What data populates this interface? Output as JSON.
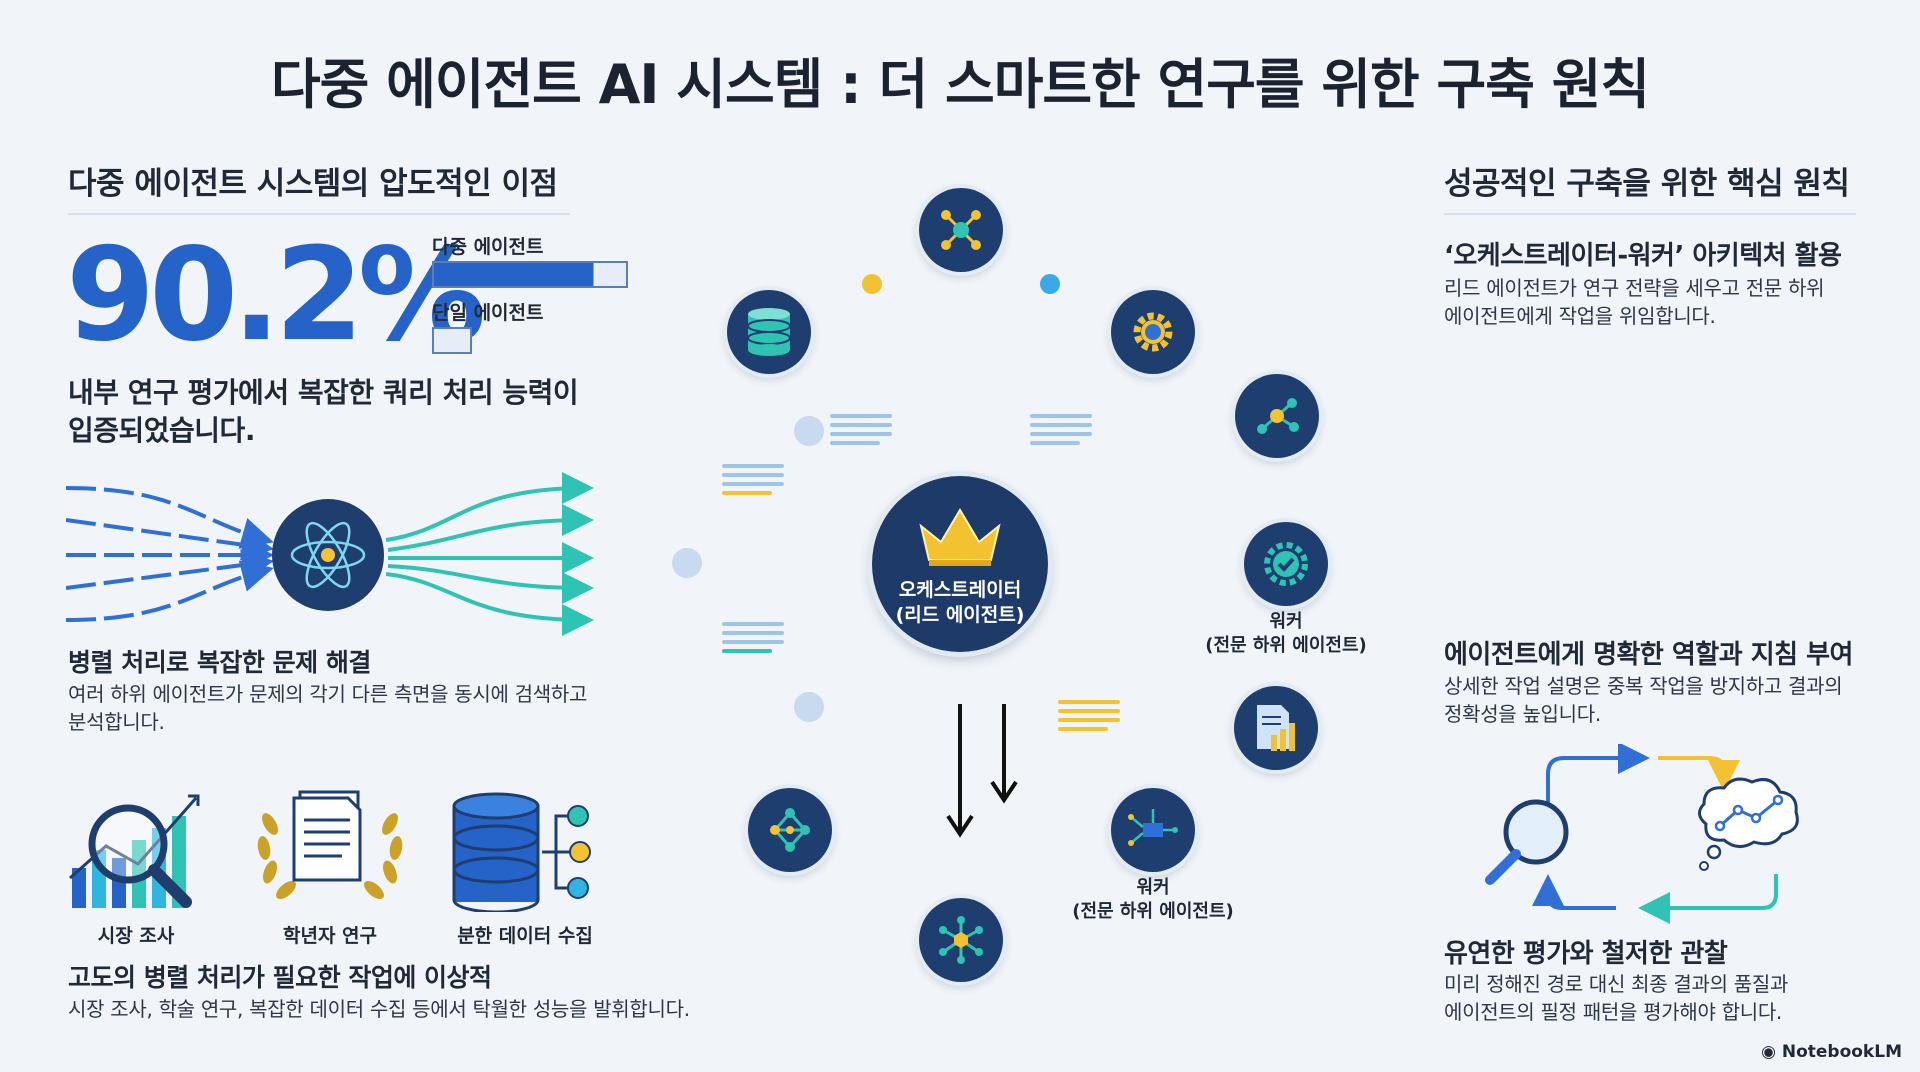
{
  "title": "다중 에이전트 AI 시스템 : 더 스마트한 연구를 위한 구축 원칙",
  "left": {
    "heading": "다중 에이전트 시스템의 압도적인 이점",
    "stat": {
      "value": "90.2%",
      "multi_label": "다중 에이전트",
      "single_label": "단일 에이전트",
      "statement_line1": "내부 연구 평가에서 복잡한 쿼리 처리 능력이",
      "statement_line2": "입증되었습니다."
    },
    "parallel": {
      "heading": "병렬 처리로 복잡한 문제 해결",
      "desc_line1": "여러 하위 에이전트가 문제의 각기 다른 측면을 동시에 검색하고",
      "desc_line2": "분석합니다."
    },
    "use_cases": [
      {
        "label": "시장 조사",
        "icon": "market-research-chart-icon"
      },
      {
        "label": "학년자 연구",
        "icon": "academic-paper-laurel-icon"
      },
      {
        "label": "분한 데이터 수집",
        "icon": "database-collection-icon"
      }
    ],
    "ideal": {
      "heading": "고도의 병렬 처리가 필요한 작업에 이상적",
      "desc": "시장 조사, 학술 연구, 복잡한 데이터 수집 등에서 탁월한 성능을 발휘합니다."
    }
  },
  "center": {
    "orchestrator_line1": "오케스트레이터",
    "orchestrator_line2": "(리드 에이전트)",
    "worker1_line1": "워커",
    "worker1_line2": "(전문 하위 에이전트)",
    "worker2_line1": "워커",
    "worker2_line2": "(전문 하위 에이전트)"
  },
  "right": {
    "heading": "성공적인 구축을 위한 핵심 원칙",
    "principles": [
      {
        "title": "‘오케스트레이터-워커’ 아키텍처 활용",
        "line1": "리드 에이전트가 연구 전략을 세우고 전문 하위",
        "line2": "에이전트에게 작업을 위임합니다."
      },
      {
        "title": "에이전트에게 명확한 역할과 지침 부여",
        "line1": "상세한 작업 설명은 중복 작업을 방지하고 결과의",
        "line2": "정확성을 높입니다."
      },
      {
        "title": "유연한 평가와 철저한 관찰",
        "line1": "미리 정해진 경로 대신 최종 결과의 품질과",
        "line2": "에이전트의 필정 패턴을 평가해야 합니다."
      }
    ]
  },
  "footer": "NotebookLM",
  "colors": {
    "accent_blue": "#2563c9",
    "navy": "#1f3e70",
    "yellow": "#f2c230",
    "teal": "#2fc3b4"
  }
}
